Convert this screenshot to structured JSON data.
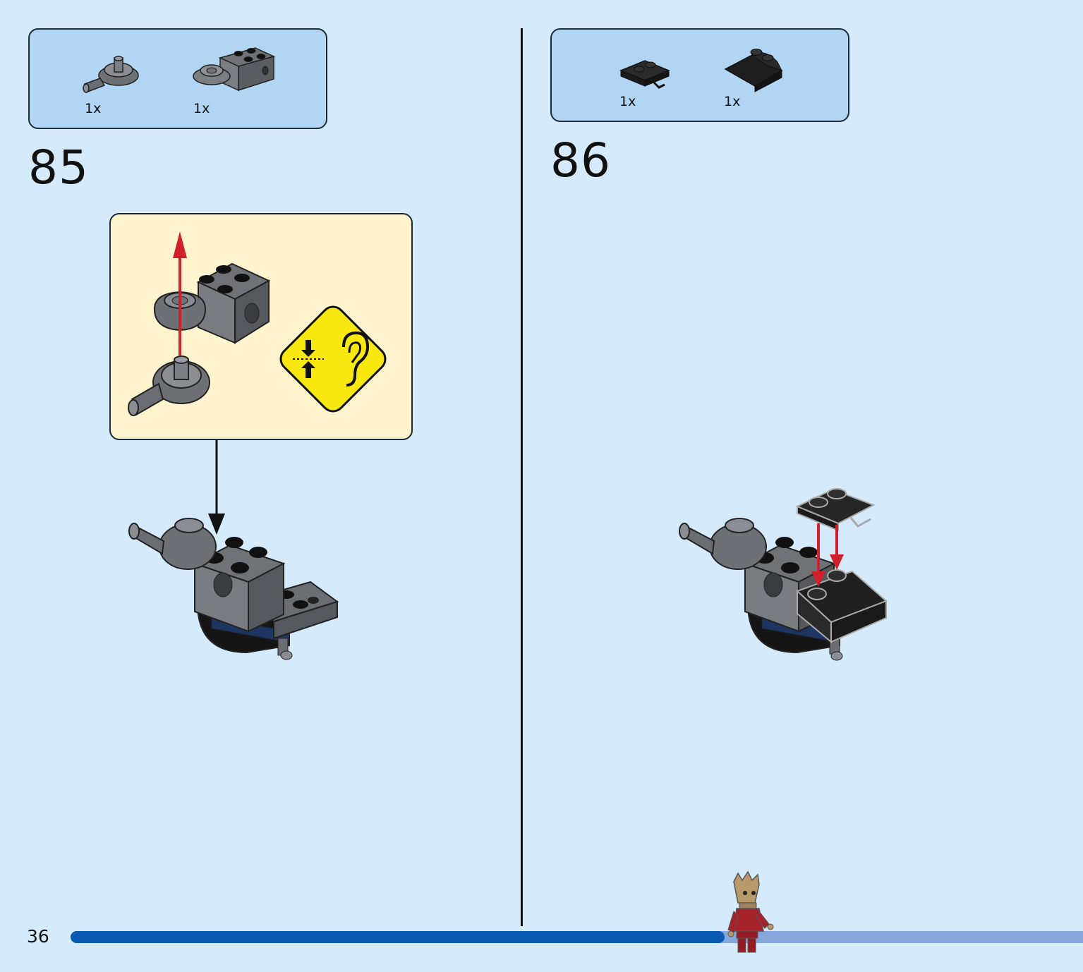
{
  "page_number": "36",
  "steps": [
    {
      "number": "85",
      "parts": [
        {
          "name": "ball-joint-socket-pin",
          "qty": "1x"
        },
        {
          "name": "brick-2x2-with-ball-socket",
          "qty": "1x"
        }
      ],
      "callout": {
        "icon": "click-sound-ear-icon"
      }
    },
    {
      "number": "86",
      "parts": [
        {
          "name": "plate-1x2-with-clips",
          "qty": "1x"
        },
        {
          "name": "slope-curved-2x2",
          "qty": "1x"
        }
      ]
    }
  ],
  "progress": {
    "fraction": 0.646
  },
  "colors": {
    "page_bg": "#d5ebfb",
    "parts_box": "#b2d5f4",
    "callout_bg": "#fff4cd",
    "warning_yellow": "#f9e80f",
    "arrow_red": "#d0202c",
    "progress_fill": "#0a5bb4",
    "progress_track": "#85a7dc"
  }
}
